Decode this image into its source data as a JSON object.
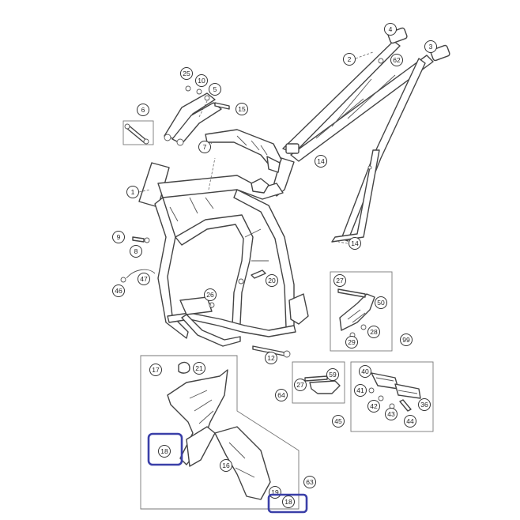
{
  "highlight_color": "#3a3fa8",
  "line_color": "#444444",
  "callouts": {
    "c1": "1",
    "c2": "2",
    "c3": "3",
    "c4": "4",
    "c5": "5",
    "c6": "6",
    "c7": "7",
    "c8": "8",
    "c9": "9",
    "c10": "10",
    "c12": "12",
    "c14a": "14",
    "c14b": "14",
    "c15": "15",
    "c16": "16",
    "c17": "17",
    "c18a": "18",
    "c18b": "18",
    "c19": "19",
    "c20": "20",
    "c21": "21",
    "c25": "25",
    "c26": "26",
    "c27a": "27",
    "c27b": "27",
    "c28": "28",
    "c29": "29",
    "c36": "36",
    "c40": "40",
    "c41": "41",
    "c42": "42",
    "c43": "43",
    "c44": "44",
    "c45": "45",
    "c46": "46",
    "c47": "47",
    "c50": "50",
    "c59": "59",
    "c62": "62",
    "c63": "63",
    "c64": "64",
    "c99": "99"
  }
}
